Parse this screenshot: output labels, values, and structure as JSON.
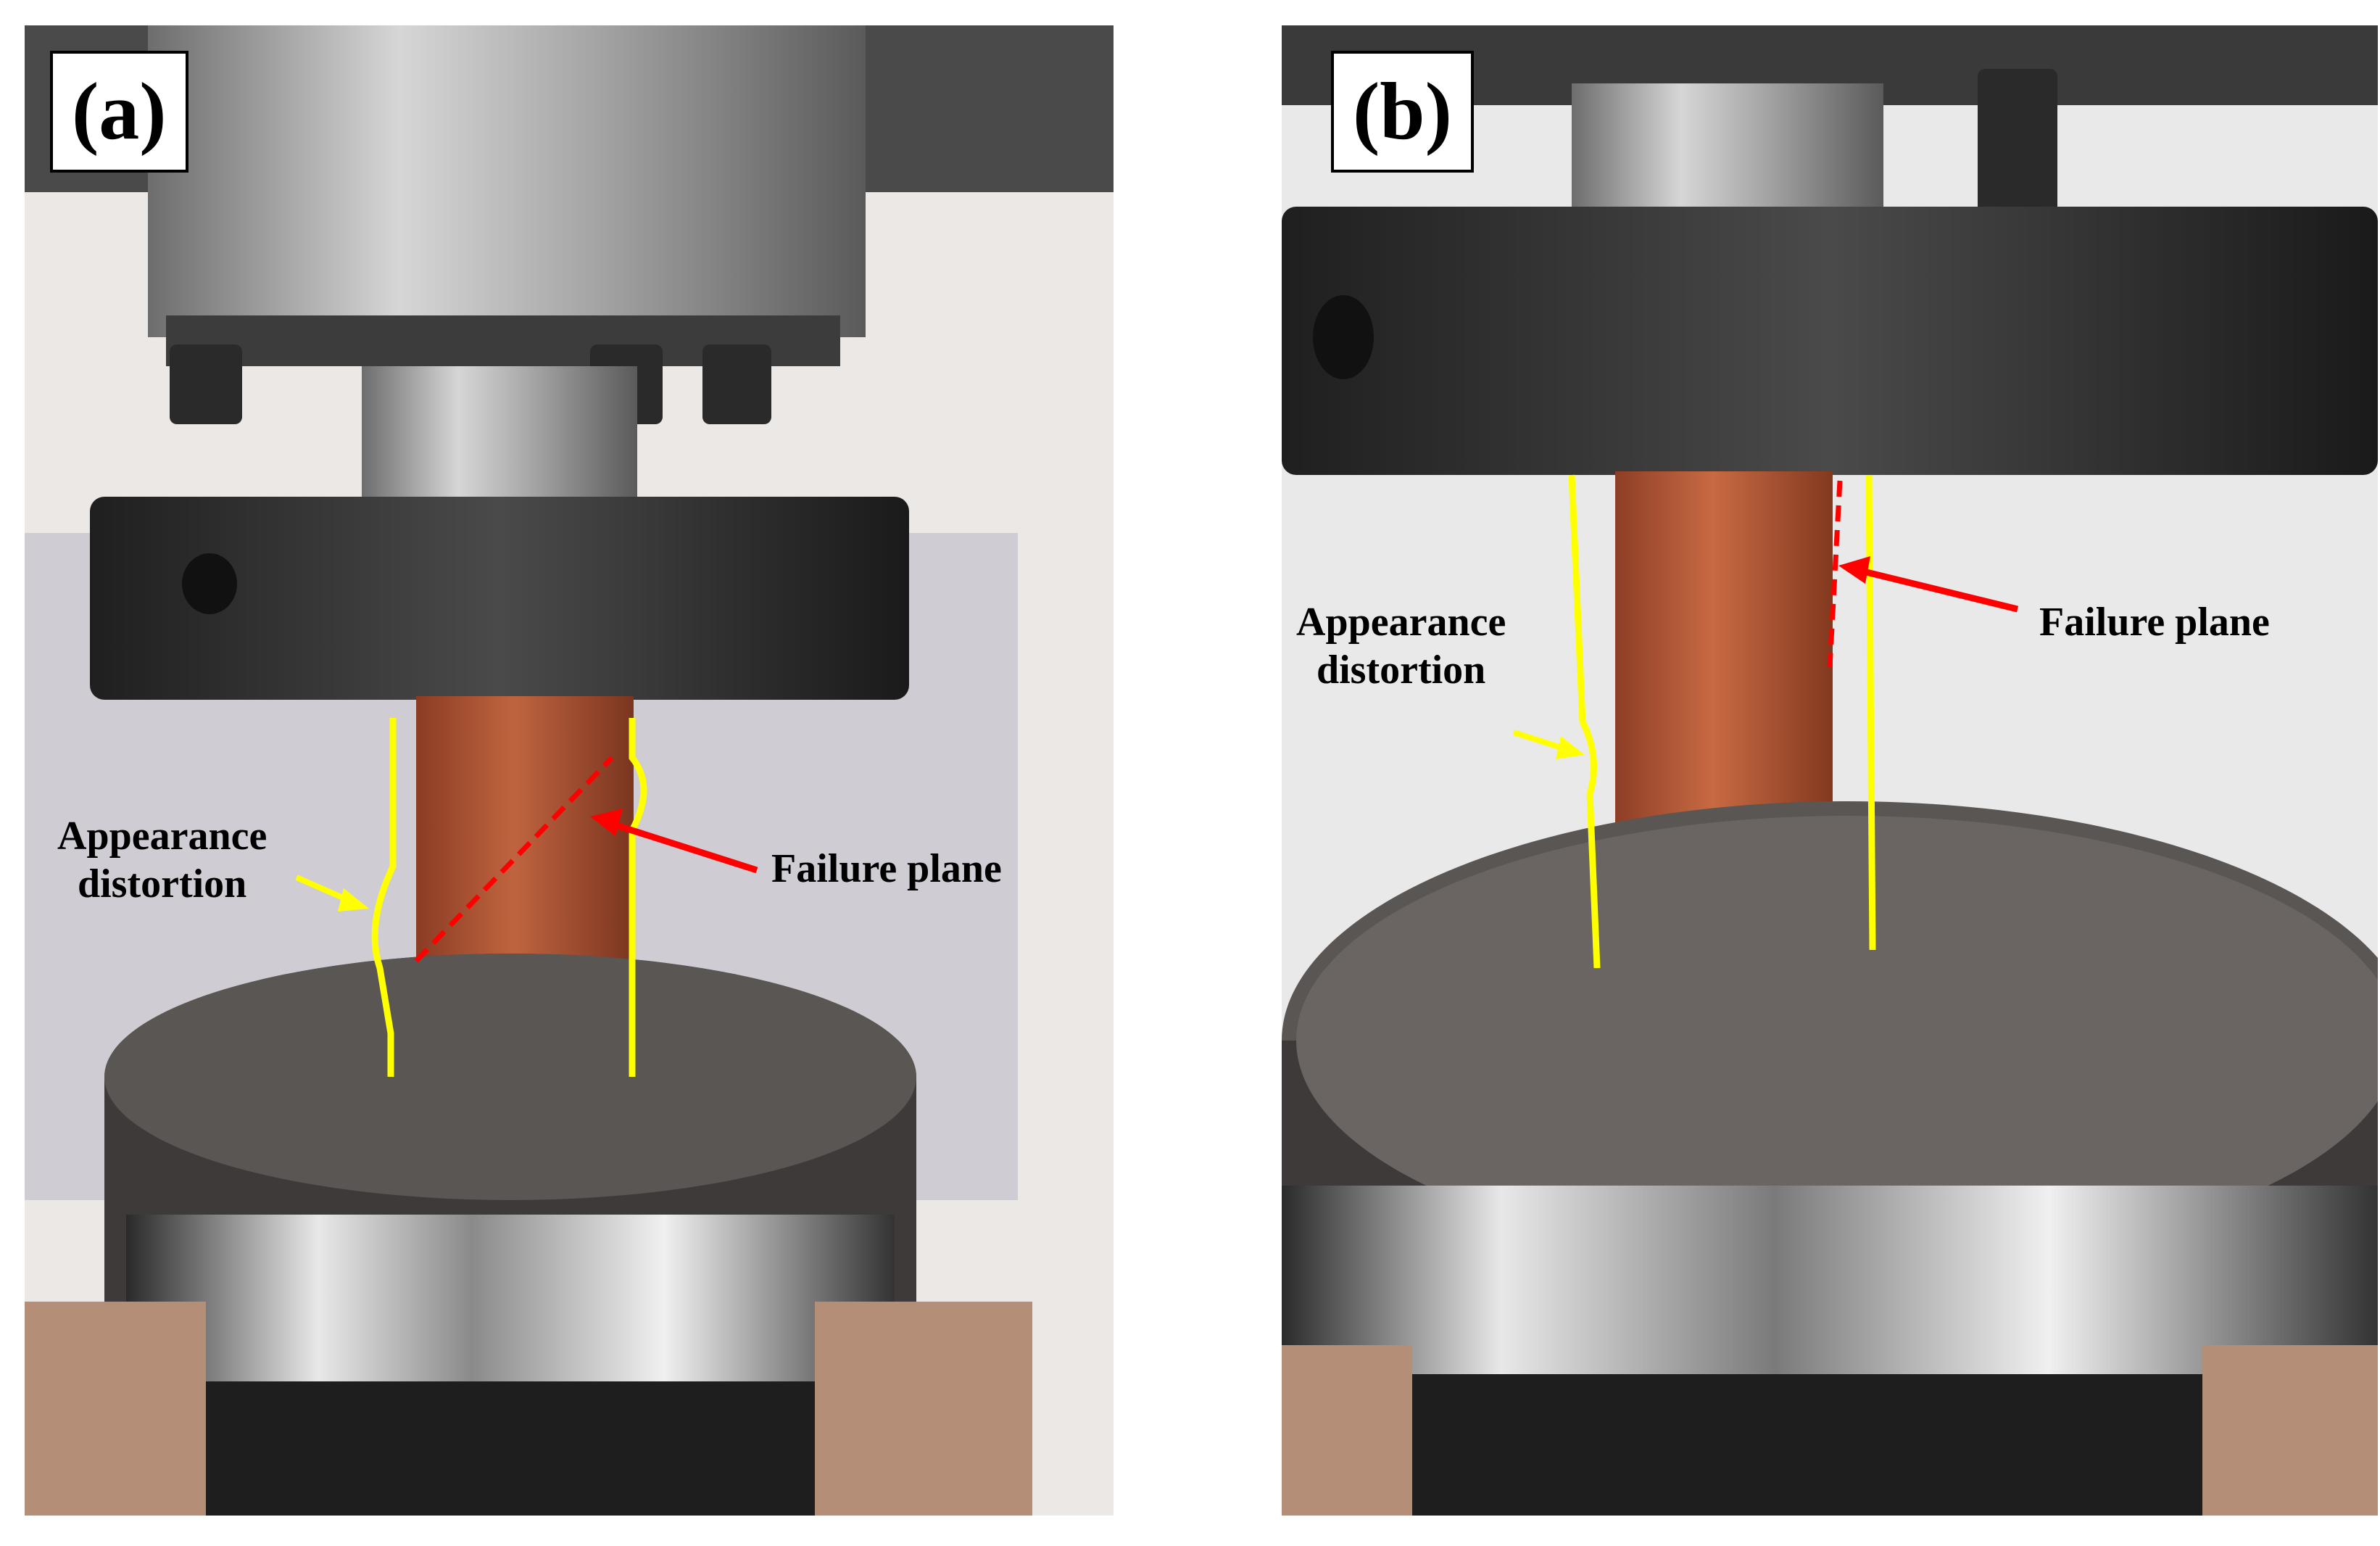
{
  "panels": [
    {
      "label": "(a)",
      "annotations": {
        "failure_plane": "Failure plane",
        "appearance": "Appearance",
        "distortion": "distortion"
      }
    },
    {
      "label": "(b)",
      "annotations": {
        "failure_plane": "Failure plane",
        "appearance": "Appearance",
        "distortion": "distortion"
      }
    }
  ],
  "colors": {
    "guide_line": "#ffff00",
    "failure_arrow": "#ff0000",
    "specimen": "#b5583a"
  }
}
